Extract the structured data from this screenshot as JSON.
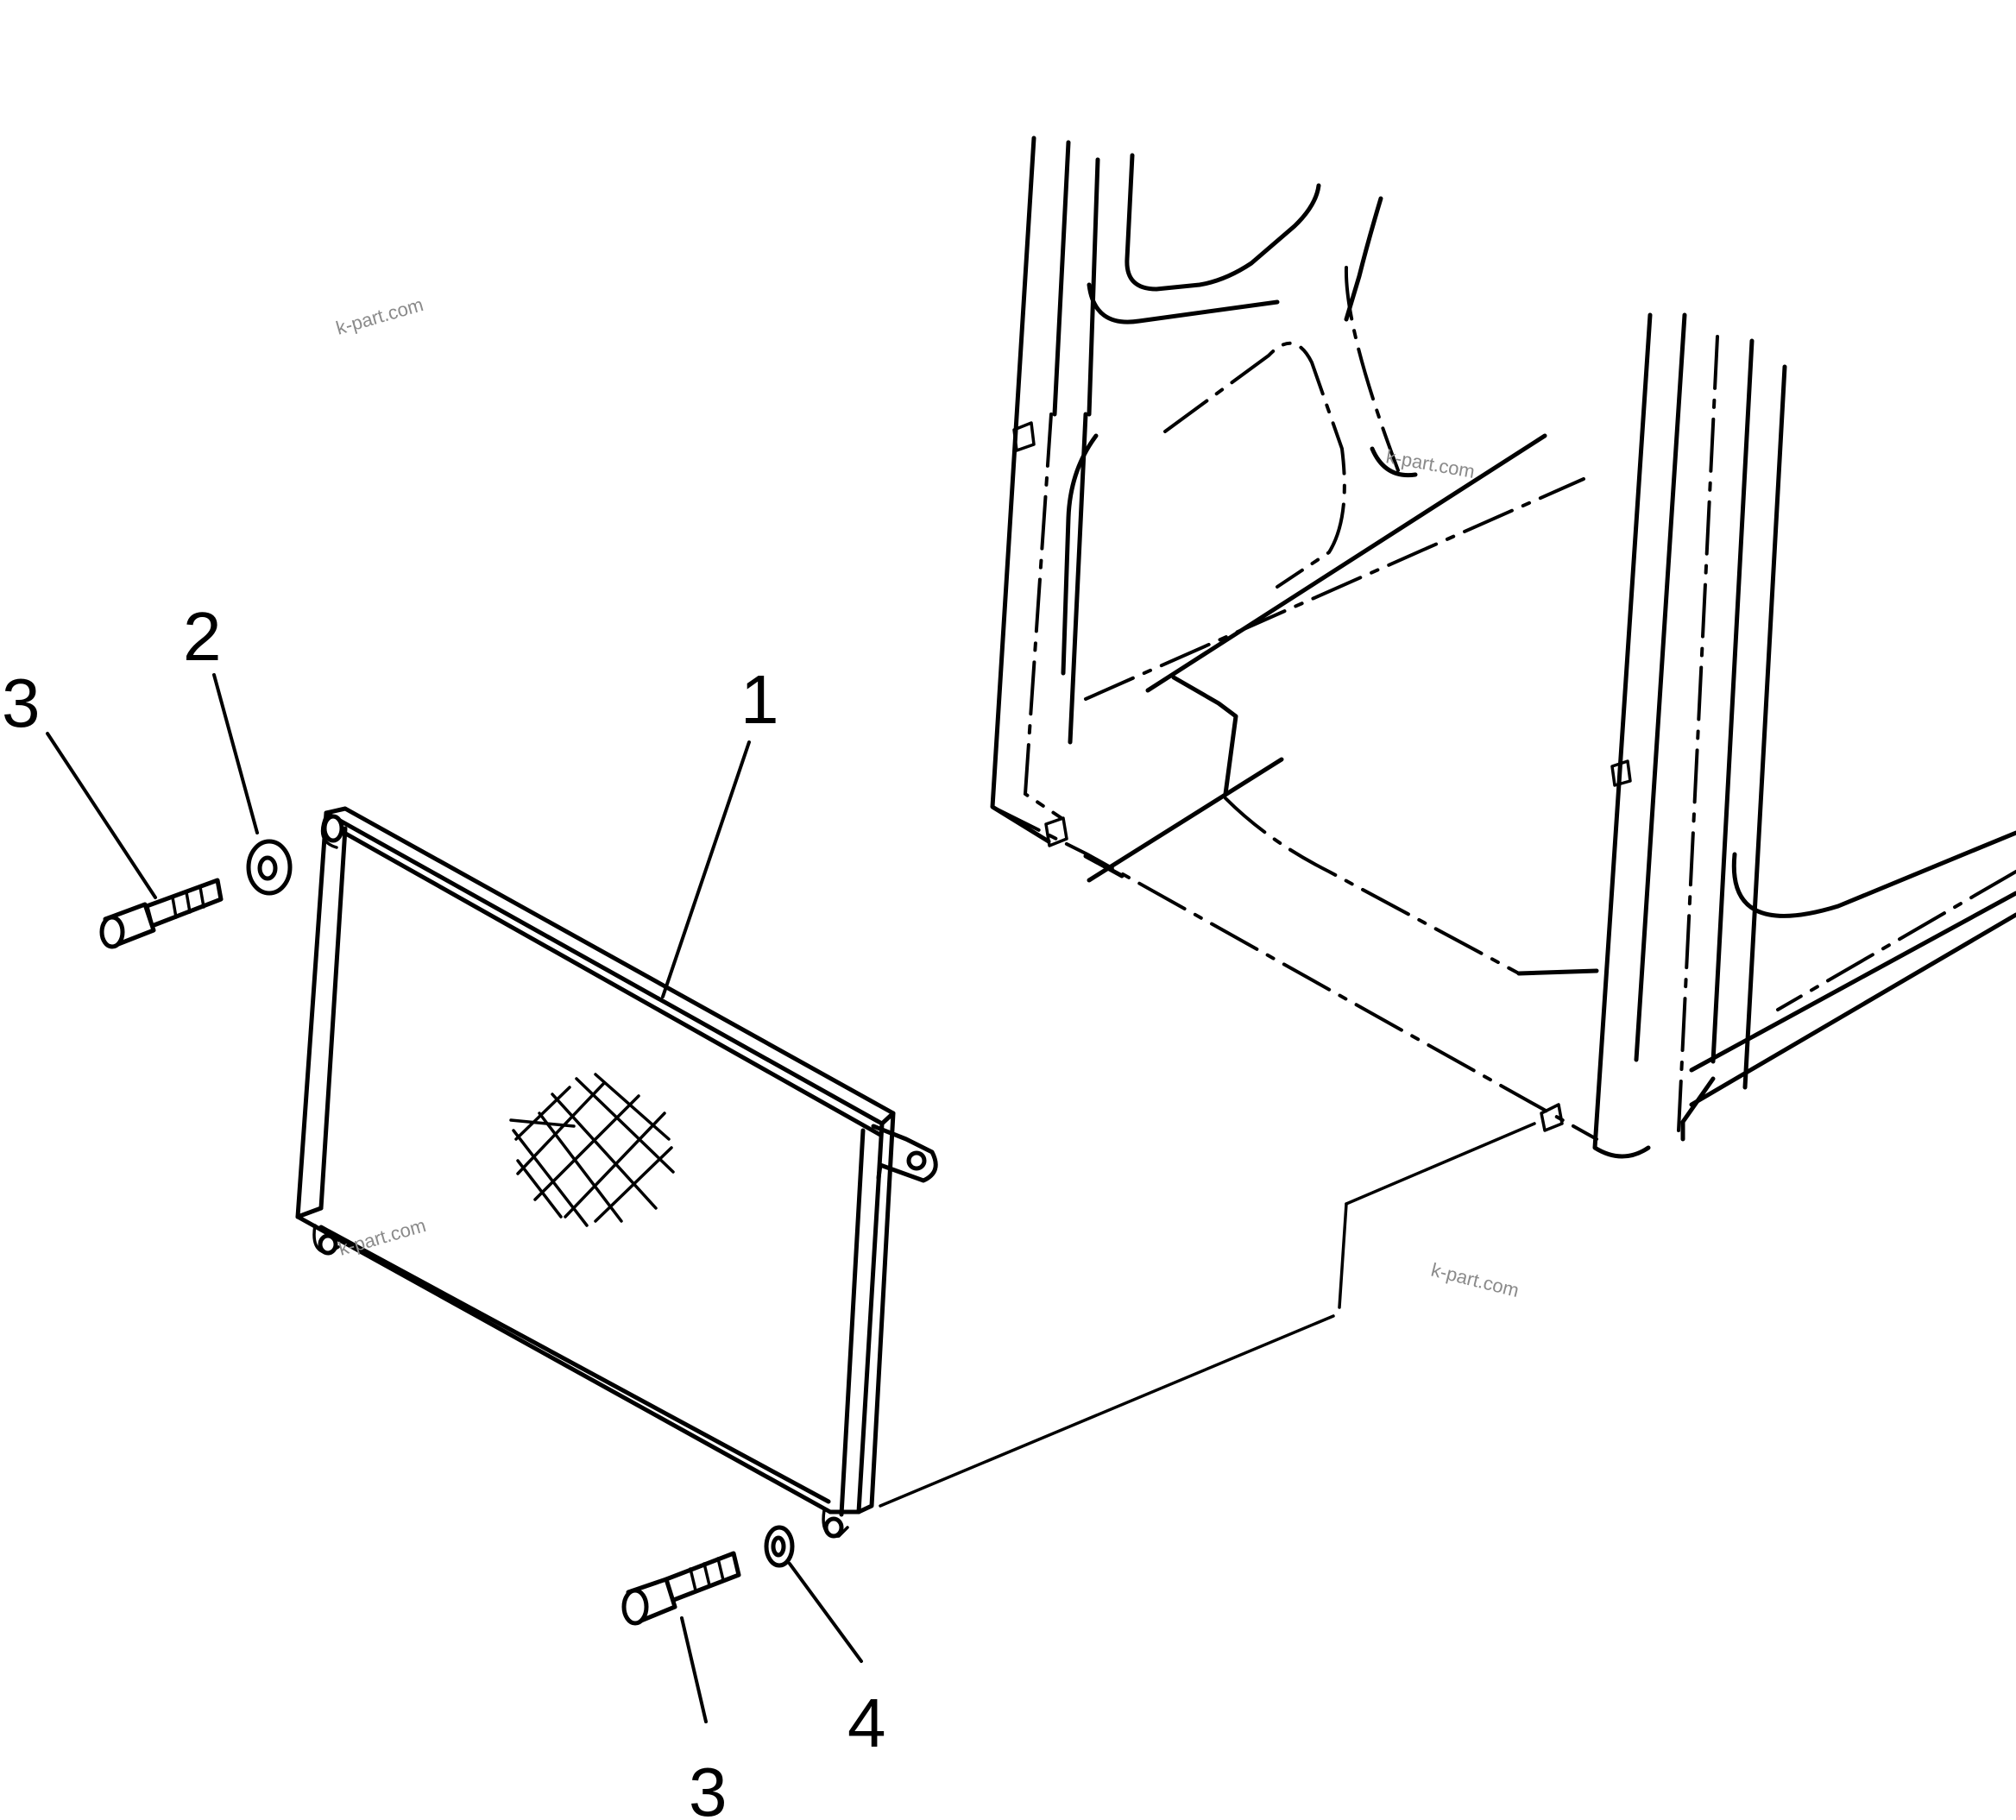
{
  "callouts": {
    "bolt_upper": "3",
    "washer_upper": "2",
    "guard": "1",
    "washer_lower": "4",
    "bolt_lower": "3"
  },
  "watermarks": [
    "k-part.com",
    "k-part.com",
    "k-part.com",
    "k-part.com"
  ],
  "colors": {
    "line": "#000000",
    "background": "#ffffff",
    "watermark": "#8a8a8a"
  }
}
